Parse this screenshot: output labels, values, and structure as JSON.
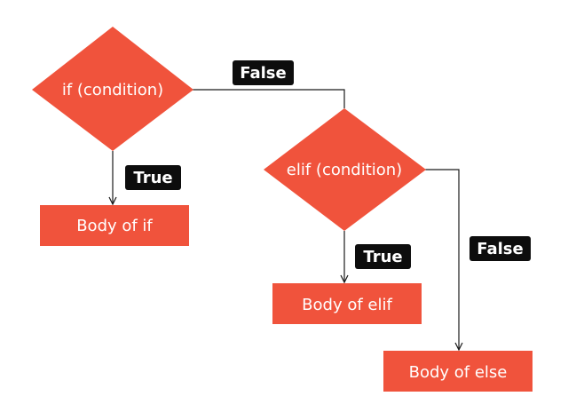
{
  "colors": {
    "shape_fill": "#f0533c",
    "label_fill": "#0d0d0d",
    "line": "#1a1a1a",
    "text": "#ffffff"
  },
  "decisions": {
    "if": "if (condition)",
    "elif": "elif (condition)"
  },
  "processes": {
    "body_if": "Body of if",
    "body_elif": "Body of elif",
    "body_else": "Body of else"
  },
  "labels": {
    "if_false": "False",
    "if_true": "True",
    "elif_true": "True",
    "elif_false": "False"
  }
}
